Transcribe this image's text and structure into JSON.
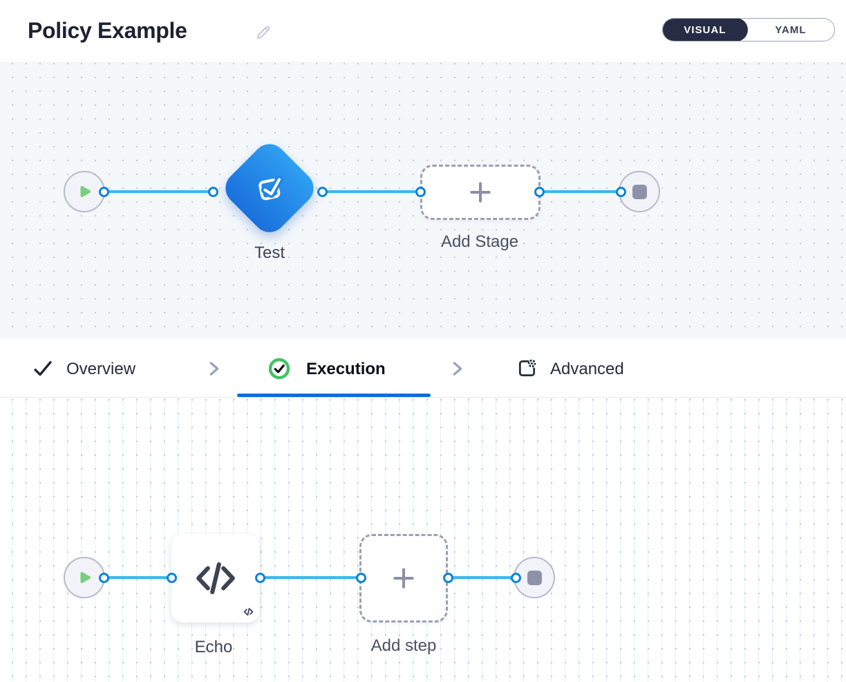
{
  "header": {
    "title": "Policy Example",
    "edit_icon": "pencil-icon",
    "view_toggle": {
      "selected": "VISUAL",
      "options": [
        "VISUAL",
        "YAML"
      ]
    }
  },
  "stage_canvas": {
    "start_node": "pipeline-start",
    "stage_node": {
      "label": "Test",
      "type": "approval-check-stage"
    },
    "add_stage": {
      "label": "Add Stage"
    },
    "end_node": "pipeline-end"
  },
  "tabs": [
    {
      "label": "Overview",
      "icon": "check-icon",
      "state": "complete"
    },
    {
      "label": "Execution",
      "icon": "circle-check-icon",
      "state": "active"
    },
    {
      "label": "Advanced",
      "icon": "panel-gear-icon",
      "state": "default"
    }
  ],
  "step_canvas": {
    "start_node": "execution-start",
    "step_node": {
      "label": "Echo",
      "type": "script-step"
    },
    "add_step": {
      "label": "Add step"
    },
    "end_node": "execution-end"
  },
  "colors": {
    "accent_blue": "#0b6ed8",
    "connector_blue": "#37b8f0",
    "port_blue": "#0e82d8",
    "stage_gradient_start": "#2f9ff2",
    "stage_gradient_end": "#1a70dc",
    "success_green": "#3fc464",
    "play_green": "#79cf7d",
    "toggle_dark": "#272c45",
    "canvas_top_bg": "#f4f8fb"
  }
}
